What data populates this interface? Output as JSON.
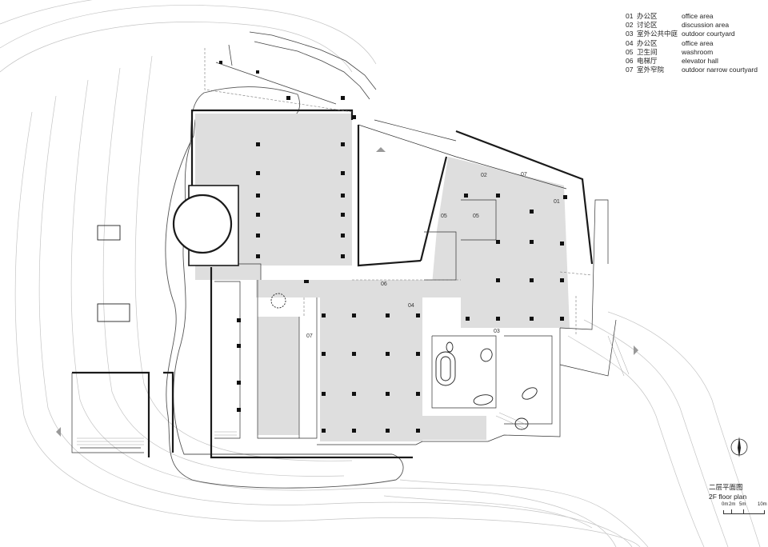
{
  "legend": {
    "items": [
      {
        "num": "01",
        "cn": "办公区",
        "en": "office area"
      },
      {
        "num": "02",
        "cn": "讨论区",
        "en": "discussion area"
      },
      {
        "num": "03",
        "cn": "室外公共中庭",
        "en": "outdoor courtyard"
      },
      {
        "num": "04",
        "cn": "办公区",
        "en": "office area"
      },
      {
        "num": "05",
        "cn": "卫生间",
        "en": "washroom"
      },
      {
        "num": "06",
        "cn": "电梯厅",
        "en": "elevator hall"
      },
      {
        "num": "07",
        "cn": "室外窄院",
        "en": "outdoor narrow courtyard"
      }
    ]
  },
  "plan_title": {
    "cn": "二层平面图",
    "en": "2F floor plan"
  },
  "scale_bar": {
    "labels": [
      "0m",
      "2m",
      "5m",
      "10m"
    ]
  },
  "room_tags": {
    "r01": "01",
    "r02": "02",
    "r03": "03",
    "r04": "04",
    "r05a": "05",
    "r05b": "05",
    "r06": "06",
    "r07a": "07",
    "r07b": "07"
  },
  "colors": {
    "fill": "#dedede",
    "line": "#1a1a1a",
    "contour": "#bdbdbd"
  }
}
